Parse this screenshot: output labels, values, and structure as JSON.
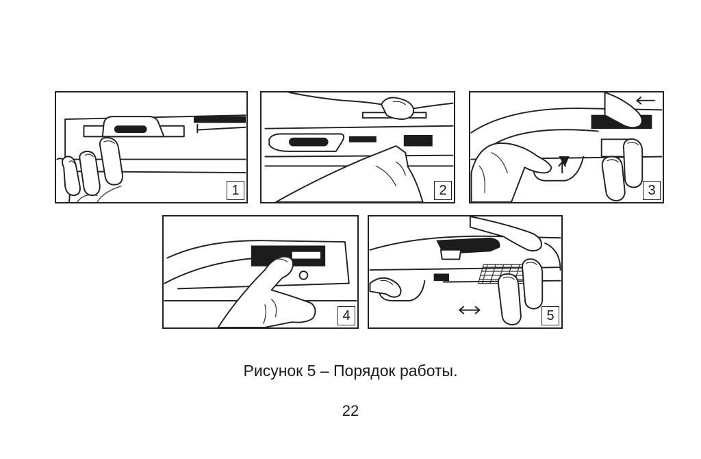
{
  "figures": [
    {
      "id": "1",
      "label": "1"
    },
    {
      "id": "2",
      "label": "2"
    },
    {
      "id": "3",
      "label": "3"
    },
    {
      "id": "4",
      "label": "4"
    },
    {
      "id": "5",
      "label": "5"
    }
  ],
  "caption": "Рисунок 5 – Порядок работы.",
  "page_number": "22",
  "colors": {
    "ink": "#1c1c1c",
    "paper": "#ffffff"
  },
  "icons": [
    "hand-illustration",
    "receiver-illustration",
    "arrow-left-icon",
    "arrow-up-icon",
    "double-arrow-icon"
  ]
}
